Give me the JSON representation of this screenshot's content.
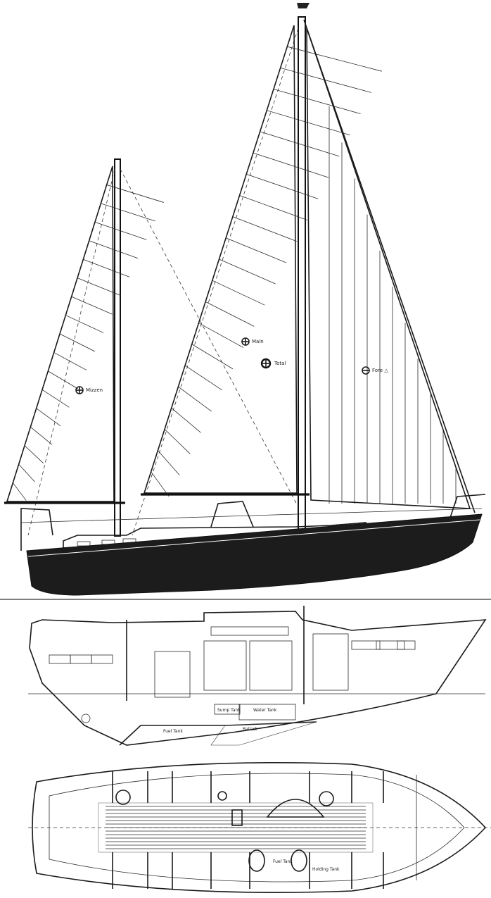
{
  "sail_plan": {
    "labels": {
      "main": "Main",
      "total": "Total",
      "fore_triangle": "Fore △",
      "mizzen": "Mizzen"
    }
  },
  "inboard_profile": {
    "labels": {
      "sump_tank": "Sump Tank",
      "water_tank": "Water Tank",
      "fuel_tank": "Fuel Tank",
      "ballast": "Ballast"
    }
  },
  "accommodation_plan": {
    "labels": {
      "fuel_tank": "Fuel Tank",
      "holding_tank": "Holding Tank"
    }
  },
  "colors": {
    "ink": "#1a1a1a",
    "hull": "#1c1c1c",
    "paper": "#ffffff"
  }
}
